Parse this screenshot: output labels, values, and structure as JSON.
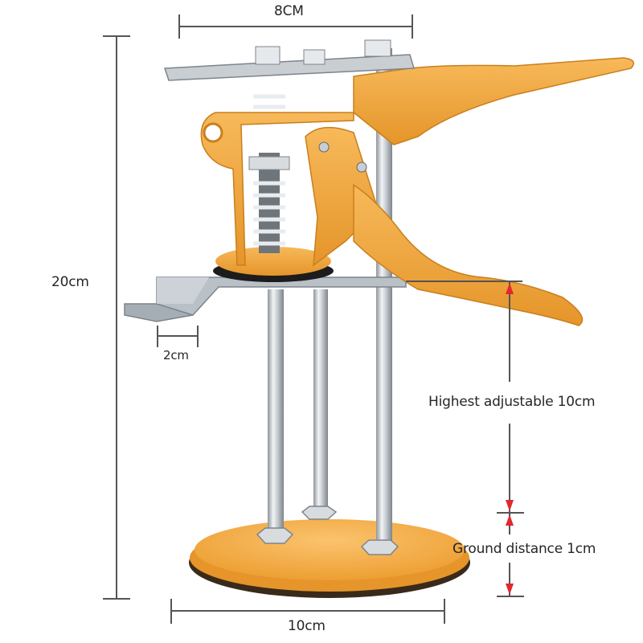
{
  "diagram": {
    "subject": "Tile height adjuster lifting tool",
    "colors": {
      "body_orange": "#F2A93B",
      "body_orange_dark": "#D98A1E",
      "steel": "#C9CED3",
      "steel_dark": "#8E959C",
      "dimension_line": "#555555",
      "arrow_red": "#E0282E"
    },
    "dimensions": {
      "top_width": {
        "label": "8CM"
      },
      "total_height": {
        "label": "20cm"
      },
      "foot_width": {
        "label": "2cm"
      },
      "base_width": {
        "label": "10cm"
      },
      "max_lift": {
        "label": "Highest adjustable 10cm"
      },
      "ground_clearance": {
        "label": "Ground distance 1cm"
      }
    }
  }
}
